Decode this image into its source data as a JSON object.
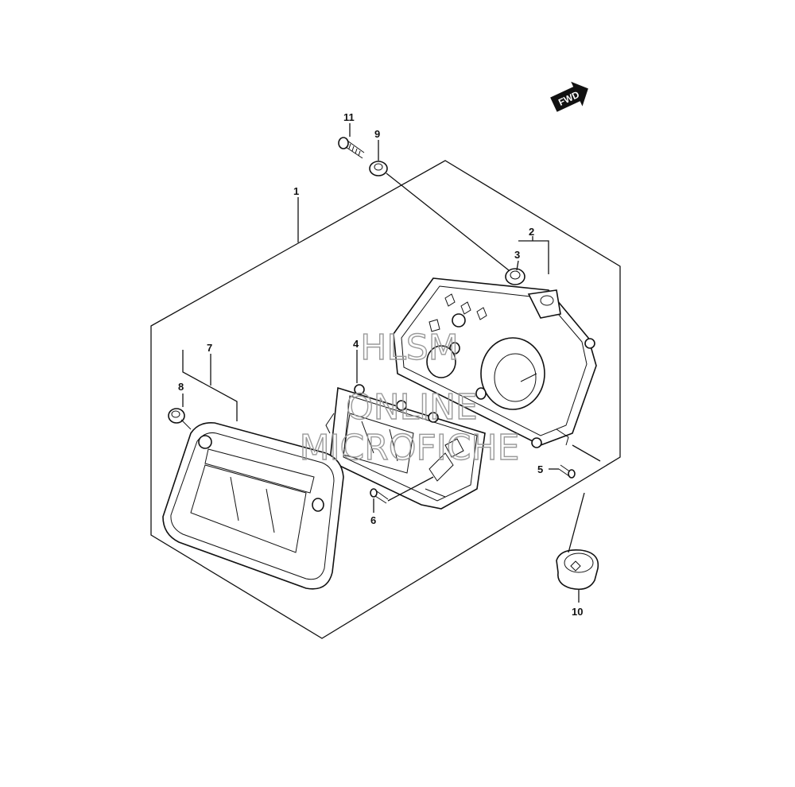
{
  "diagram": {
    "fwd_label": "FWD",
    "callouts": [
      {
        "id": "1",
        "label": "1"
      },
      {
        "id": "2",
        "label": "2"
      },
      {
        "id": "3",
        "label": "3"
      },
      {
        "id": "4",
        "label": "4"
      },
      {
        "id": "5",
        "label": "5"
      },
      {
        "id": "6",
        "label": "6"
      },
      {
        "id": "7",
        "label": "7"
      },
      {
        "id": "8",
        "label": "8"
      },
      {
        "id": "9",
        "label": "9"
      },
      {
        "id": "10",
        "label": "10"
      },
      {
        "id": "11",
        "label": "11"
      }
    ],
    "watermark": {
      "line1": "HLSM",
      "line2": "ONLINE",
      "line3": "MICROFICHE"
    }
  }
}
